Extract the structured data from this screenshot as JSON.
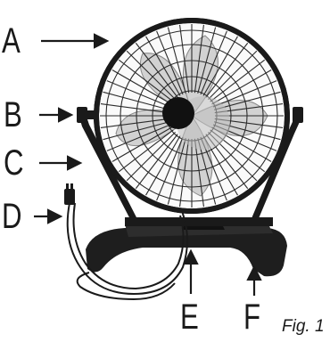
{
  "labels": {
    "A": "A",
    "B": "B",
    "C": "C",
    "D": "D",
    "E": "E",
    "F": "F"
  },
  "caption": "Fig. 1",
  "colors": {
    "line": "#1a1a1a",
    "guard": "#2b2b2b",
    "blade": "#cfcfcf",
    "hub": "#111111",
    "base": "#1e1e1e"
  }
}
